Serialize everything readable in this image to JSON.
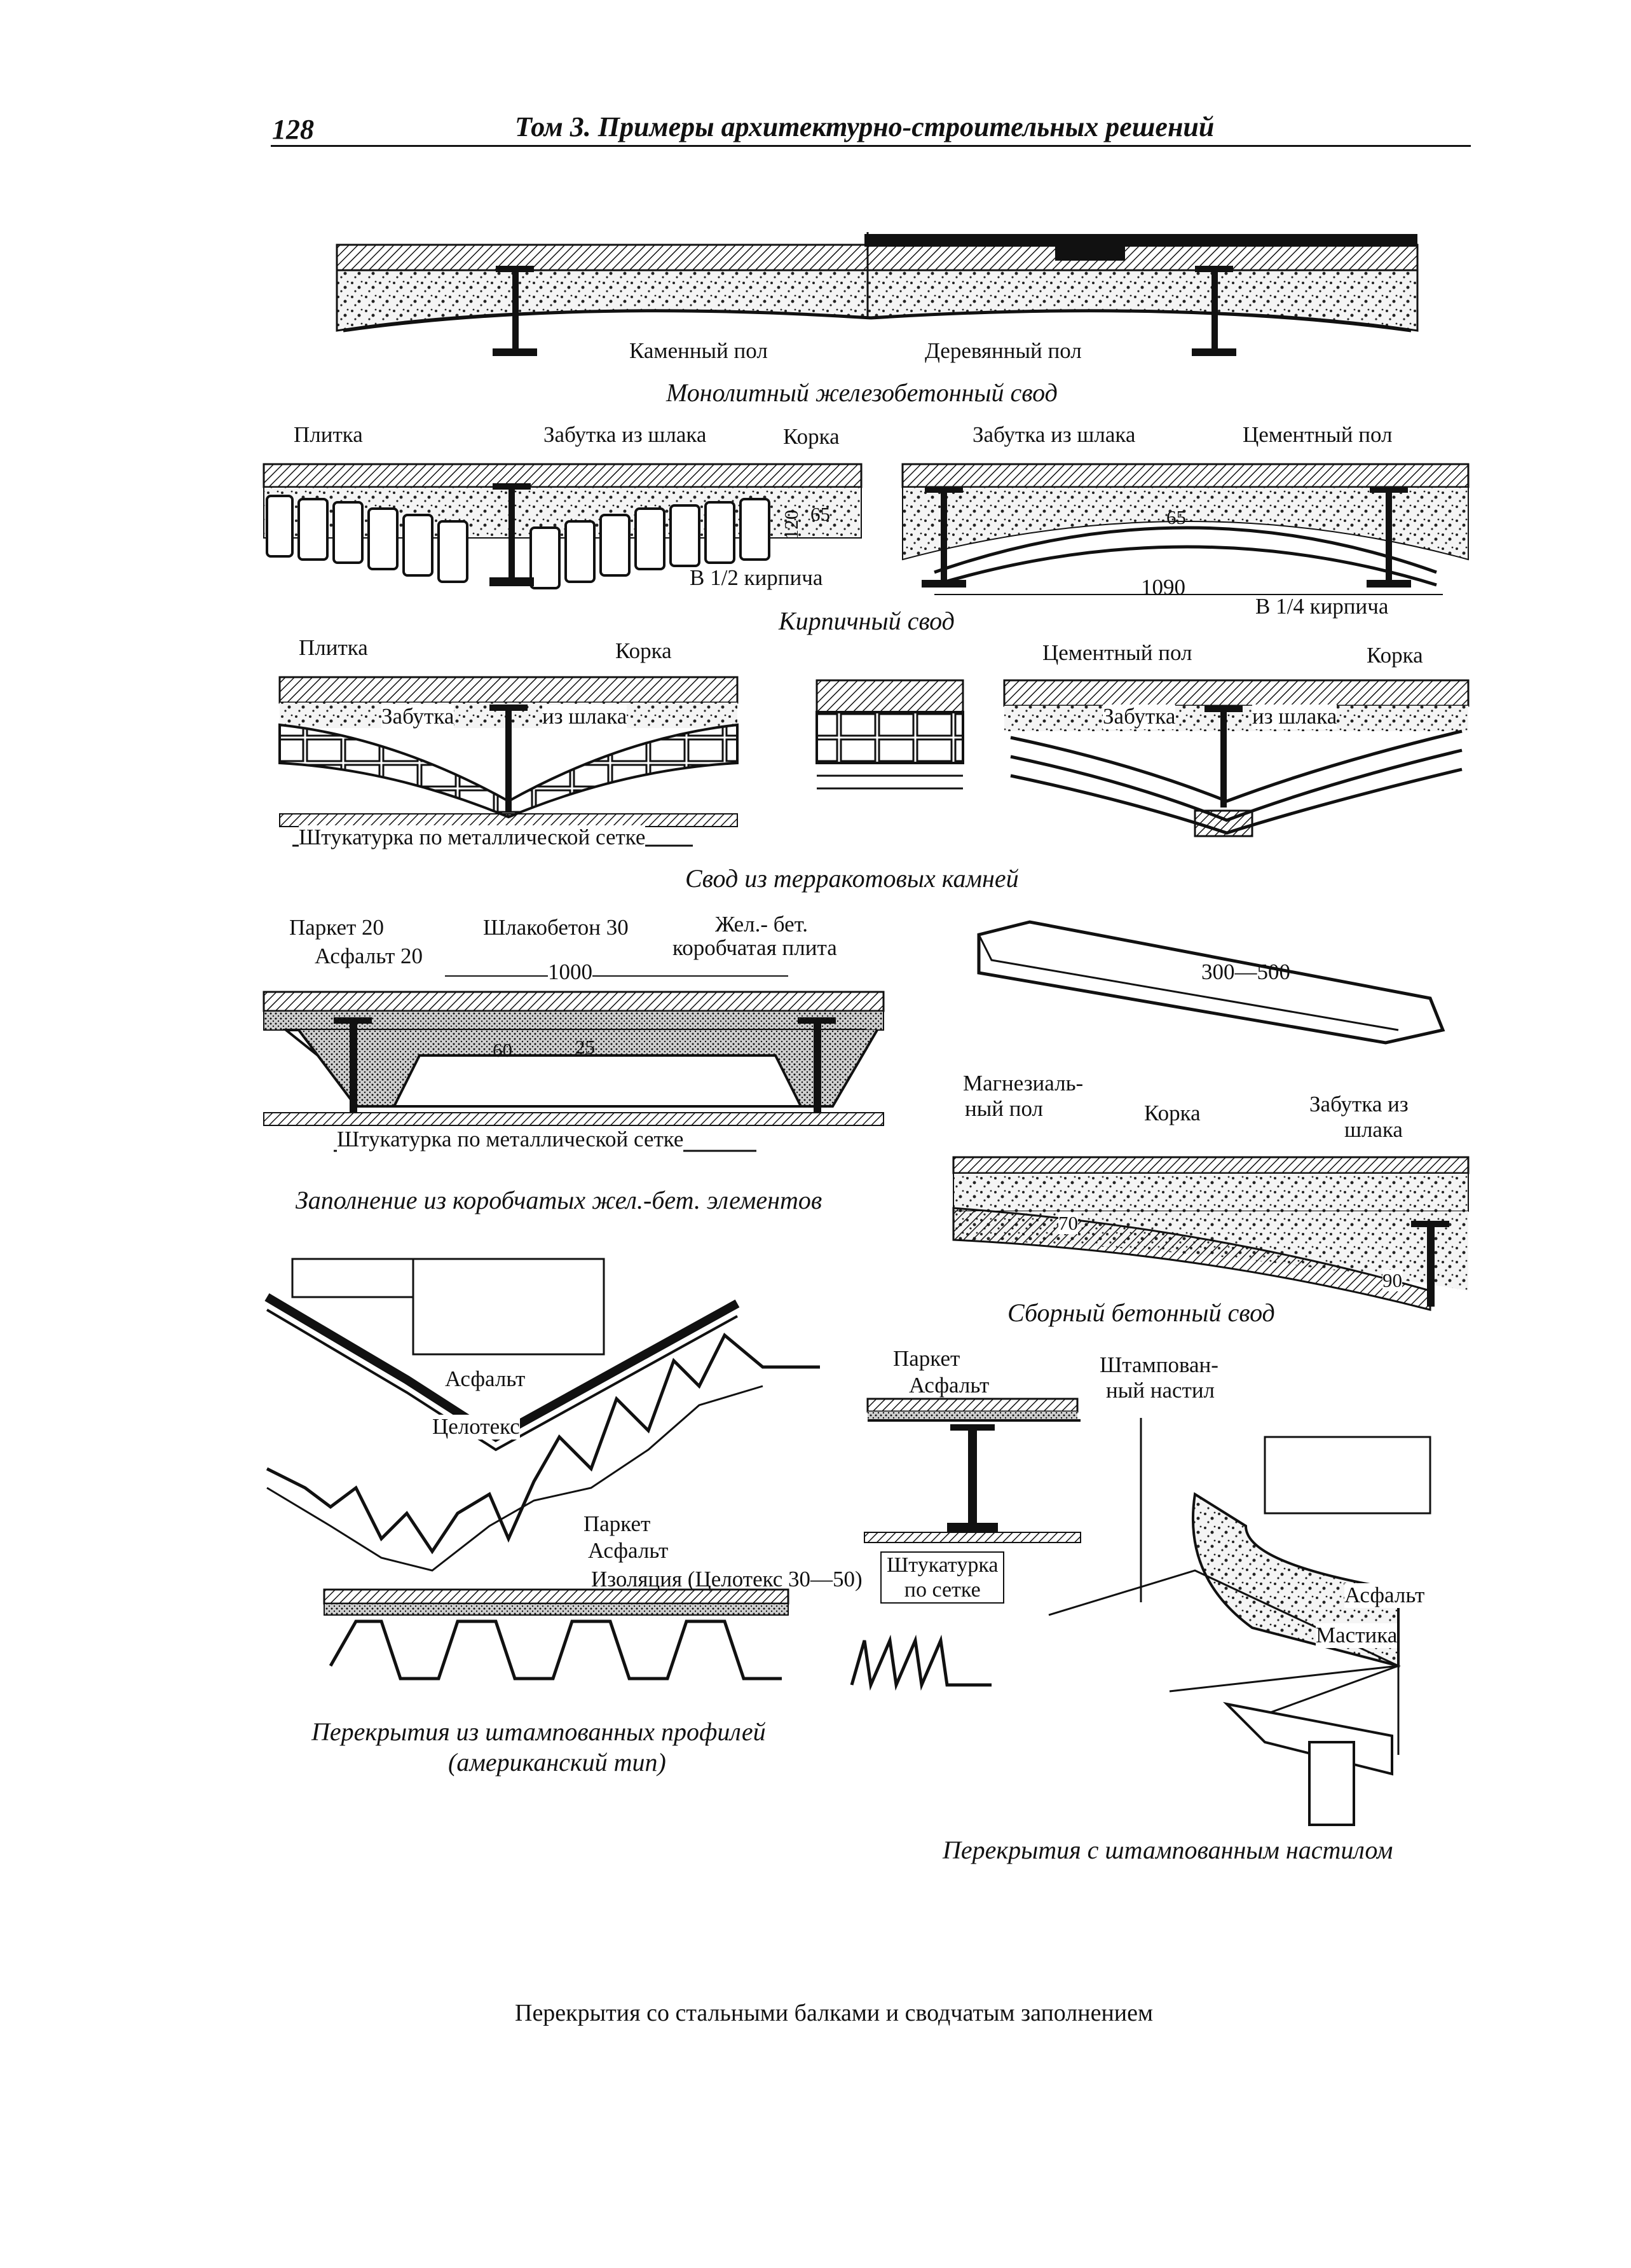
{
  "header": {
    "page_number": "128",
    "running_title": "Том 3. Примеры архитектурно-строительных решений"
  },
  "figures": {
    "monolithic": {
      "label_stone": "Каменный пол",
      "label_wood": "Деревянный пол",
      "caption": "Монолитный железобетонный свод"
    },
    "brick": {
      "label_tile": "Плитка",
      "label_slag_left": "Забутка из шлака",
      "label_crust": "Корка",
      "label_120": "120",
      "label_65_left": "65",
      "label_half_brick": "В 1/2 кирпича",
      "label_slag_right": "Забутка из шлака",
      "label_cement": "Цементный пол",
      "label_65_right": "65",
      "label_1090": "1090",
      "label_quarter_brick": "В 1/4 кирпича",
      "caption": "Кирпичный свод"
    },
    "terracotta": {
      "label_tile": "Плитка",
      "label_crust_left": "Корка",
      "label_fill_left": "Забутка",
      "label_slag_left": "из шлака",
      "label_plaster": "Штукатурка по металлической сетке",
      "label_cement": "Цементный пол",
      "label_crust_right": "Корка",
      "label_fill_right": "Забутка",
      "label_slag_right": "из шлака",
      "caption": "Свод из терракотовых камней"
    },
    "boxed": {
      "label_parquet": "Паркет 20",
      "label_asphalt": "Асфальт 20",
      "label_slag_concrete": "Шлакобетон 30",
      "label_rc_line1": "Жел.- бет.",
      "label_rc_line2": "коробчатая плита",
      "label_1000": "1000",
      "label_60": "60",
      "label_25": "25",
      "label_plaster": "Штукатурка по металлической сетке",
      "caption": "Заполнение из коробчатых жел.-бет. элементов"
    },
    "precast": {
      "label_300_500": "300—500",
      "label_magnesia_line1": "Магнезиаль-",
      "label_magnesia_line2": "ный пол",
      "label_crust": "Корка",
      "label_fill_line1": "Забутка из",
      "label_fill_line2": "шлака",
      "label_70": "70",
      "label_90": "90",
      "caption": "Сборный бетонный свод"
    },
    "american": {
      "label_asphalt": "Асфальт",
      "label_celotex": "Целотекс",
      "label_parquet": "Паркет",
      "label_asphalt2": "Асфальт",
      "label_insulation": "Изоляция (Целотекс 30—50)",
      "caption_line1": "Перекрытия из штампованных профилей",
      "caption_line2": "(американский тип)"
    },
    "stamped": {
      "label_parquet": "Паркет",
      "label_asphalt": "Асфальт",
      "label_deck_line1": "Штампован-",
      "label_deck_line2": "ный настил",
      "label_plaster_line1": "Штукатурка",
      "label_plaster_line2": "по сетке",
      "label_asphalt_right": "Асфальт",
      "label_mastic": "Мастика",
      "caption": "Перекрытия с штампованным настилом"
    }
  },
  "main_caption": "Перекрытия со стальными балками и сводчатым заполнением"
}
